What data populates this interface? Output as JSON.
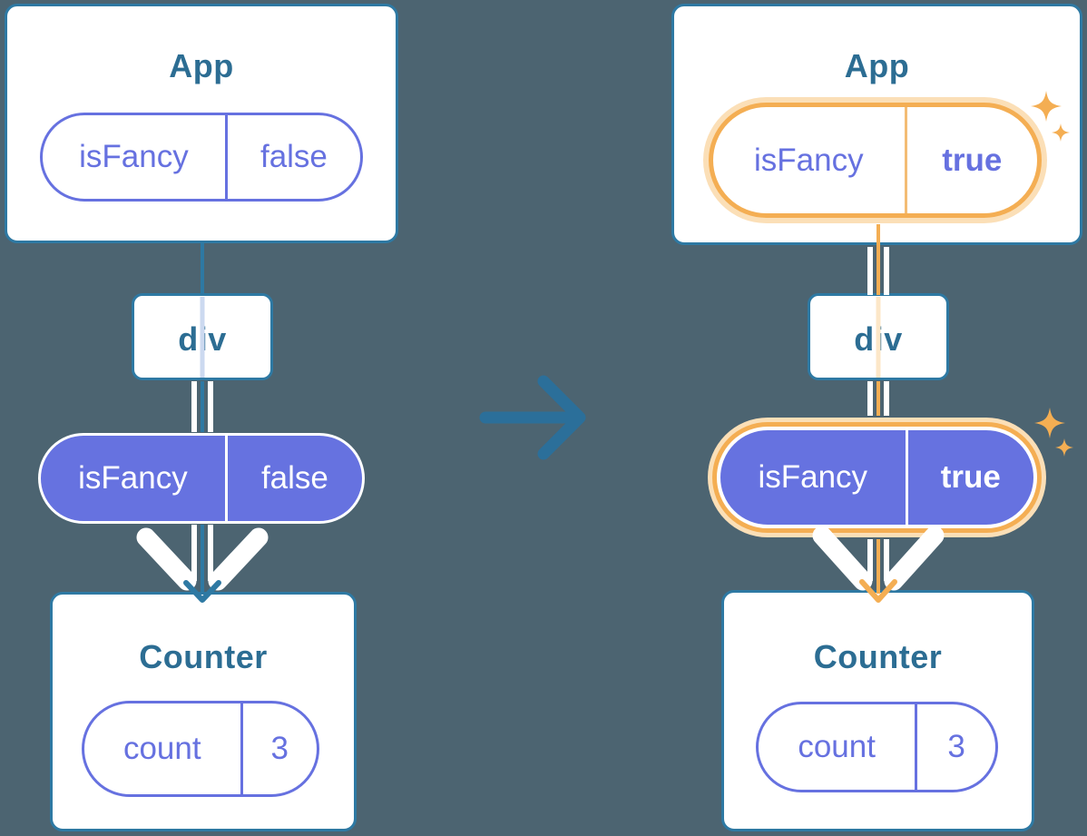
{
  "colors": {
    "background": "#4c6471",
    "frame": "#2e79a3",
    "heading": "#2c6d93",
    "indigo": "#6671e0",
    "purple": "#6672e0",
    "white": "#ffffff",
    "orange": "#f4ae53",
    "orange_glow": "#fbdfb7",
    "orange_soft": "#f3bc74",
    "faded_blue": "#ccd9f0",
    "faded_orange": "#fce7c8",
    "arrow_blue": "#2b6f9a"
  },
  "transition": {
    "arrow_icon": "right-arrow"
  },
  "diagrams": [
    {
      "key": "before",
      "highlighted": false,
      "app": {
        "title": "App",
        "state": {
          "name": "isFancy",
          "value": "false"
        }
      },
      "div": {
        "label": "div"
      },
      "prop": {
        "name": "isFancy",
        "value": "false"
      },
      "counter": {
        "title": "Counter",
        "state": {
          "name": "count",
          "value": "3"
        }
      }
    },
    {
      "key": "after",
      "highlighted": true,
      "app": {
        "title": "App",
        "state": {
          "name": "isFancy",
          "value": "true"
        }
      },
      "div": {
        "label": "div"
      },
      "prop": {
        "name": "isFancy",
        "value": "true"
      },
      "counter": {
        "title": "Counter",
        "state": {
          "name": "count",
          "value": "3"
        }
      }
    }
  ]
}
